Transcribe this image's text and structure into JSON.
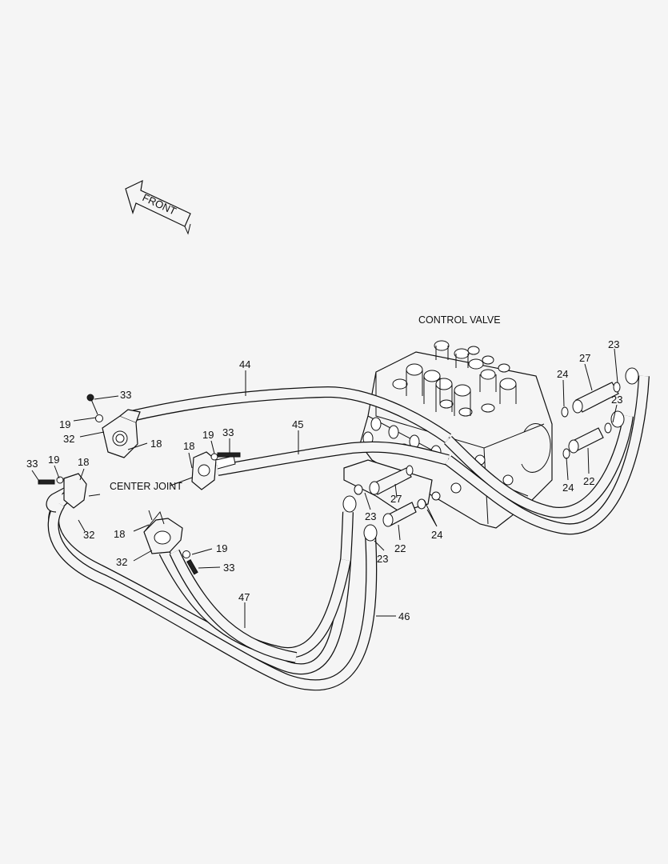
{
  "front_label": "FRONT",
  "captions": {
    "control_valve": "CONTROL VALVE",
    "center_joint": "CENTER JOINT"
  },
  "part_labels": {
    "p33_a": "33",
    "p19_a": "19",
    "p32_a": "32",
    "p18_a": "18",
    "p44": "44",
    "p45": "45",
    "p18_b": "18",
    "p19_b": "19",
    "p33_b": "33",
    "p33_c": "33",
    "p19_c": "19",
    "p18_c": "18",
    "p32_c": "32",
    "p18_d": "18",
    "p32_d": "32",
    "p19_d": "19",
    "p33_d": "33",
    "p47": "47",
    "p46": "46",
    "p23_a": "23",
    "p27_a": "27",
    "p24_a": "24",
    "p23_b": "23",
    "p24_b": "24",
    "p22_a": "22",
    "p27_b": "27",
    "p23_c": "23",
    "p24_c": "24",
    "p22_b": "22",
    "p23_d": "23"
  }
}
